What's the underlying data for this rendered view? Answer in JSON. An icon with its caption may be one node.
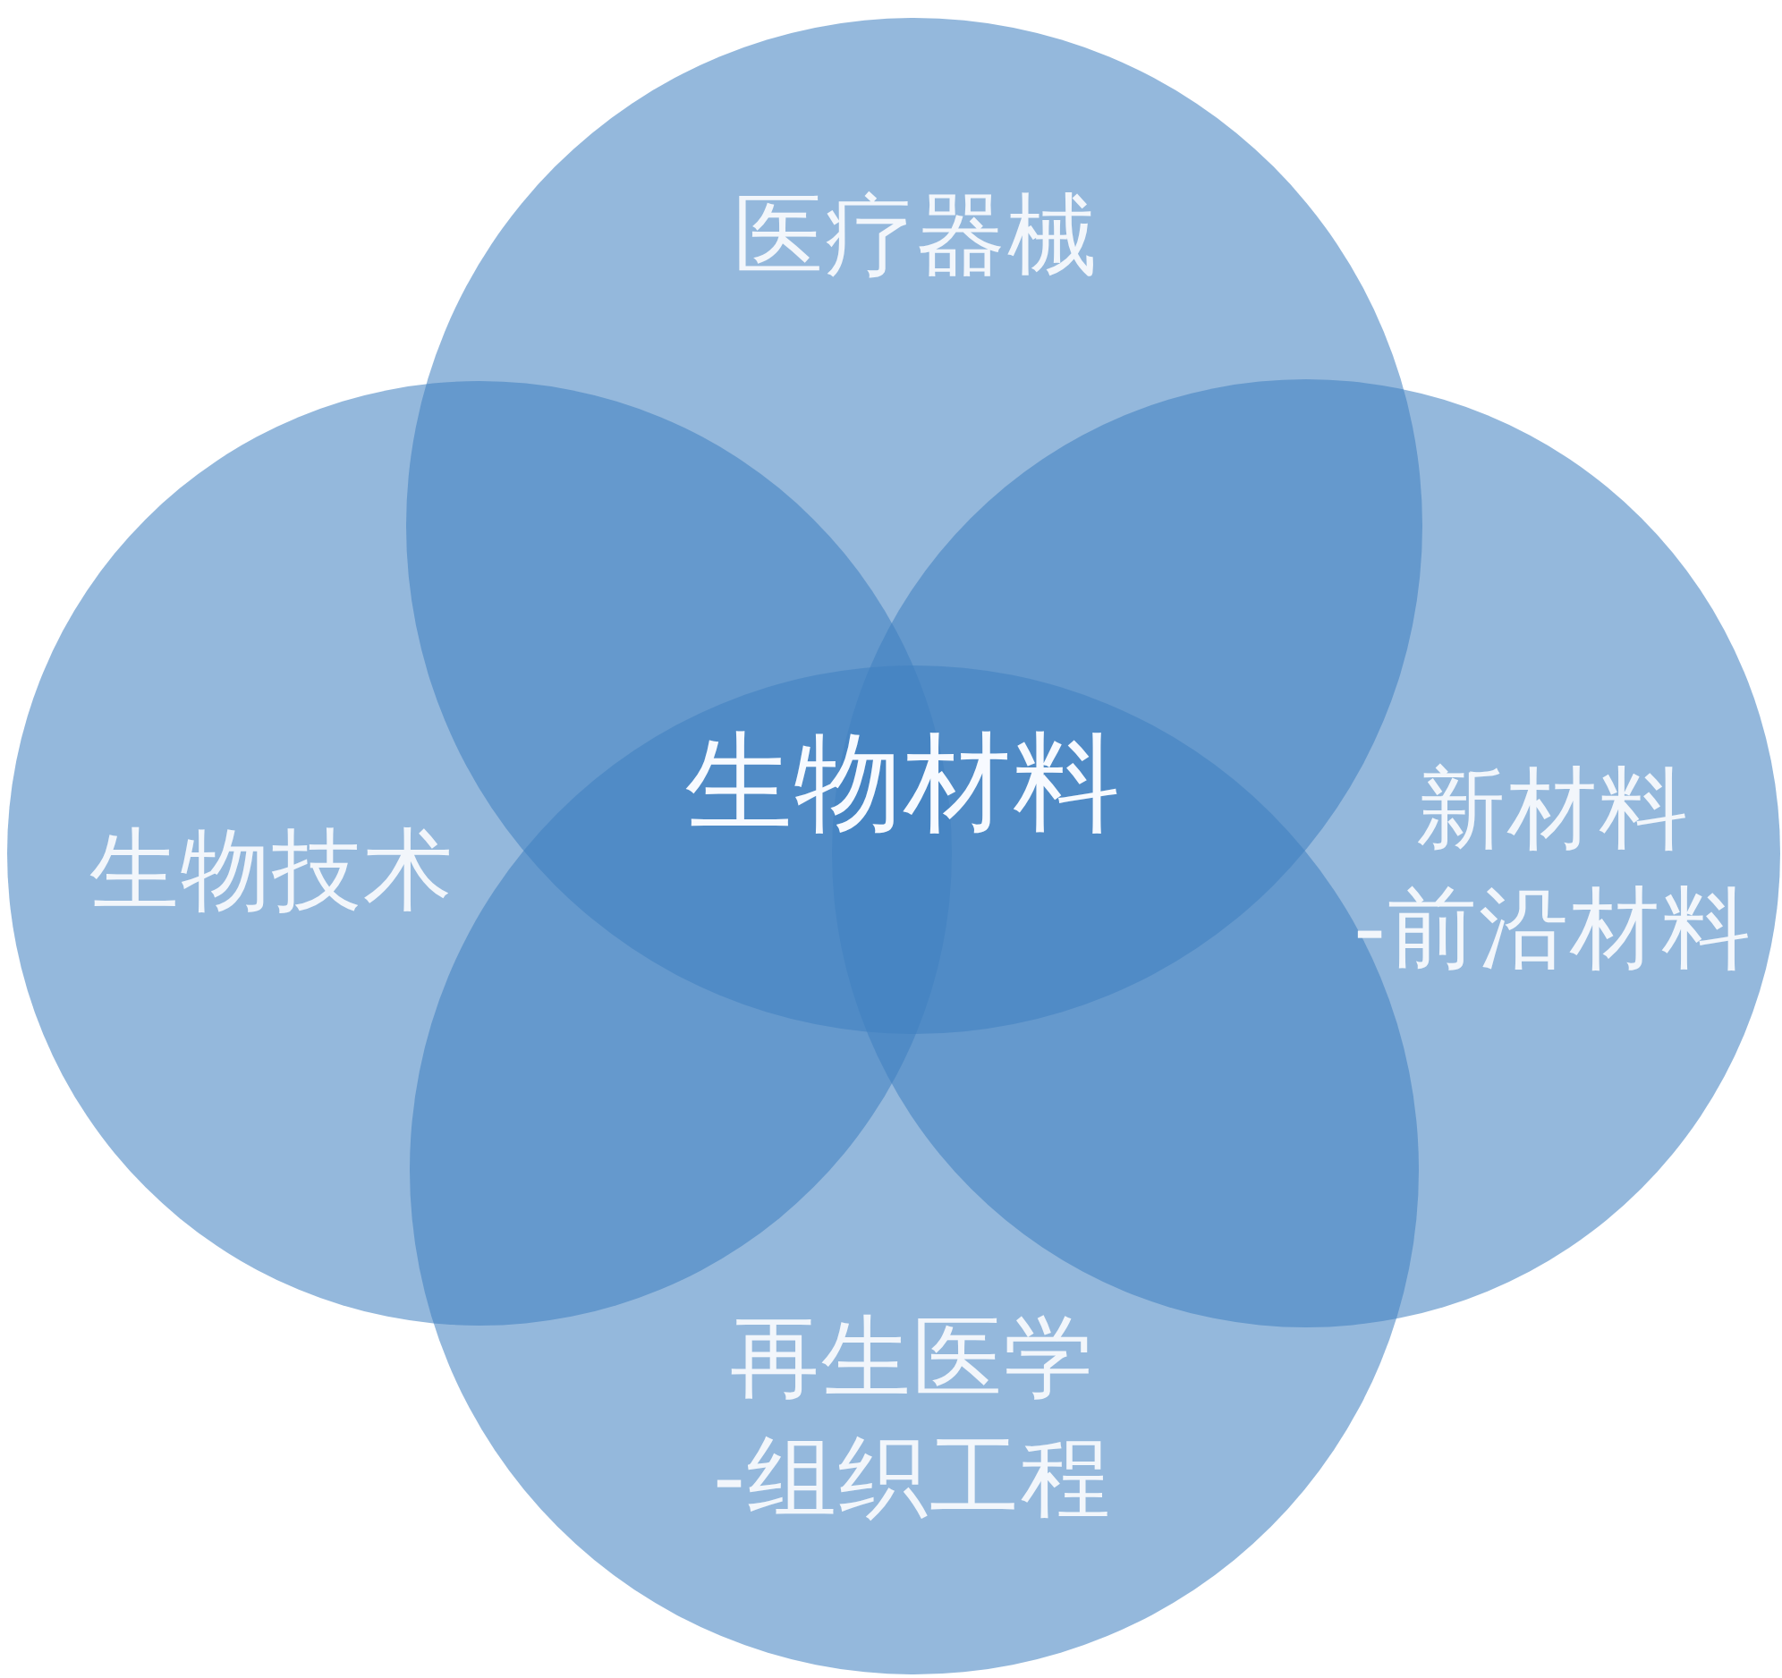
{
  "diagram": {
    "nodes": [
      {
        "text": [
          "医疗器械"
        ]
      },
      {
        "text": [
          "生物技术"
        ]
      },
      {
        "text": [
          "新材料",
          "-前沿材料"
        ]
      },
      {
        "text": [
          "再生医学",
          "-组织工程"
        ]
      }
    ],
    "labels": [
      "生物材料"
    ]
  }
}
